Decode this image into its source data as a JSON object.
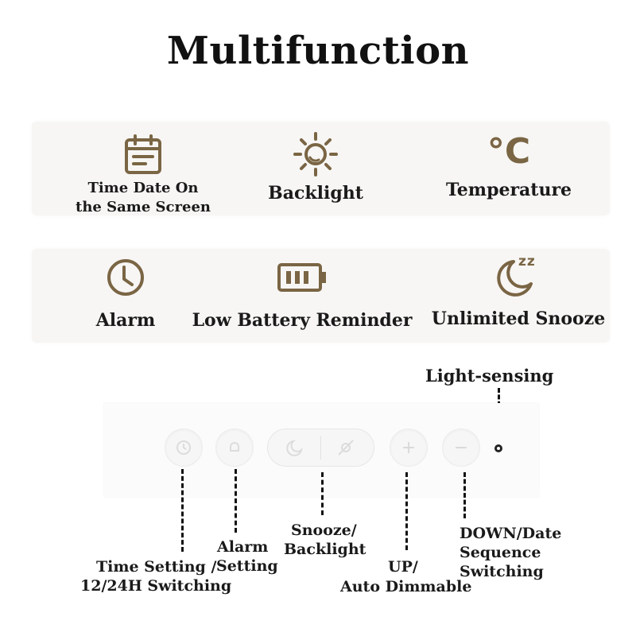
{
  "title": "Multifunction",
  "features_row1": [
    {
      "icon": "calendar-icon",
      "label_line1": "Time Date On",
      "label_line2": "the Same Screen"
    },
    {
      "icon": "sun-icon",
      "label": "Backlight"
    },
    {
      "icon": "celsius-icon",
      "icon_text": "°C",
      "label": "Temperature"
    }
  ],
  "features_row2": [
    {
      "icon": "clock-icon",
      "label": "Alarm"
    },
    {
      "icon": "battery-icon",
      "label": "Low Battery Reminder"
    },
    {
      "icon": "moon-zz-icon",
      "icon_text": "zz",
      "label": "Unlimited Snooze"
    }
  ],
  "device": {
    "light_sensing": "Light-sensing",
    "callouts": {
      "time_setting_line1": "Time Setting /",
      "time_setting_line2": "12/24H Switching",
      "alarm_line1": "Alarm",
      "alarm_line2": "Setting",
      "snooze_line1": "Snooze/",
      "snooze_line2": "Backlight",
      "up_line1": "UP/",
      "up_line2": "Auto Dimmable",
      "down_line1": "DOWN/Date",
      "down_line2": "Sequence",
      "down_line3": "Switching"
    },
    "buttons": {
      "up_symbol": "+",
      "down_symbol": "−"
    }
  },
  "colors": {
    "accent_icon": "#7a6544",
    "panel_bg": "#f7f6f4",
    "text": "#1a1a1a"
  }
}
